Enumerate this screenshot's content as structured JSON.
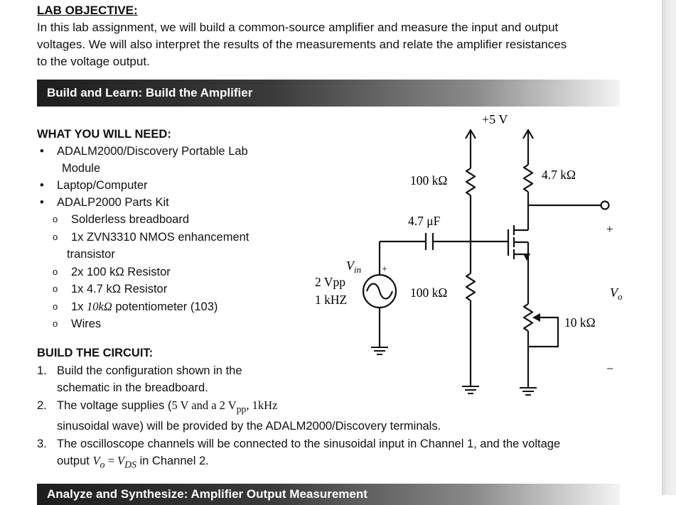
{
  "objective": {
    "title": "LAB OBJECTIVE:",
    "line1": "In this lab assignment, we will build a common-source amplifier and measure the input and output",
    "line2": "voltages. We will also interpret the results of the measurements and relate the amplifier resistances",
    "line3": "to the voltage output."
  },
  "section_banner": "Build and Learn: Build the Amplifier",
  "next_banner": "Analyze and Synthesize: Amplifier Output Measurement",
  "need": {
    "heading": "WHAT YOU WILL NEED:",
    "items": [
      {
        "bullet": "•",
        "line1": "ADALM2000/Discovery Portable Lab",
        "line2": "Module"
      },
      {
        "bullet": "•",
        "text": "Laptop/Computer"
      },
      {
        "bullet": "•",
        "text": "ADALP2000 Parts Kit"
      }
    ],
    "subitems": [
      {
        "bullet": "o",
        "text": "Solderless breadboard"
      },
      {
        "bullet": "o",
        "line1": "1x ZVN3310 NMOS enhancement",
        "line2": "transistor"
      },
      {
        "bullet": "o",
        "text": "2x 100 kΩ Resistor"
      },
      {
        "bullet": "o",
        "text": "1x 4.7 kΩ Resistor"
      },
      {
        "bullet": "o",
        "pre": "1x ",
        "math": "10kΩ",
        "post": " potentiometer (103)"
      },
      {
        "bullet": "o",
        "text": "Wires"
      }
    ]
  },
  "build": {
    "heading": "BUILD THE CIRCUIT:",
    "step1": {
      "num": "1.",
      "line1": "Build the configuration shown in the",
      "line2": "schematic in the breadboard."
    },
    "step2": {
      "num": "2.",
      "pre": "The voltage supplies (",
      "m1": "5 V",
      "m2": " and a 2 V",
      "sub": "pp",
      "m3": ", 1kHz",
      "line2": "sinusoidal wave) will be provided by the ADALM2000/Discovery terminals."
    },
    "step3": {
      "num": "3.",
      "line1": "The oscilloscope channels will be connected to the sinusoidal input in Channel 1, and the voltage",
      "pre2": "output ",
      "vo": "V",
      "vo_sub": "o",
      "eq": " = ",
      "vds": "V",
      "vds_sub": "DS",
      "post2": " in Channel 2."
    }
  },
  "circuit": {
    "supply": "+5 V",
    "r1": "100 kΩ",
    "r2": "100 kΩ",
    "rd": "4.7 kΩ",
    "cap": "4.7 μF",
    "pot": "10 kΩ",
    "vin": "V",
    "vin_sub": "in",
    "src_amp": "2 Vpp",
    "src_freq": "1 kHZ",
    "src_plus": "+",
    "out_plus": "+",
    "out_minus": "−",
    "vo": "V",
    "vo_sub": "o"
  }
}
